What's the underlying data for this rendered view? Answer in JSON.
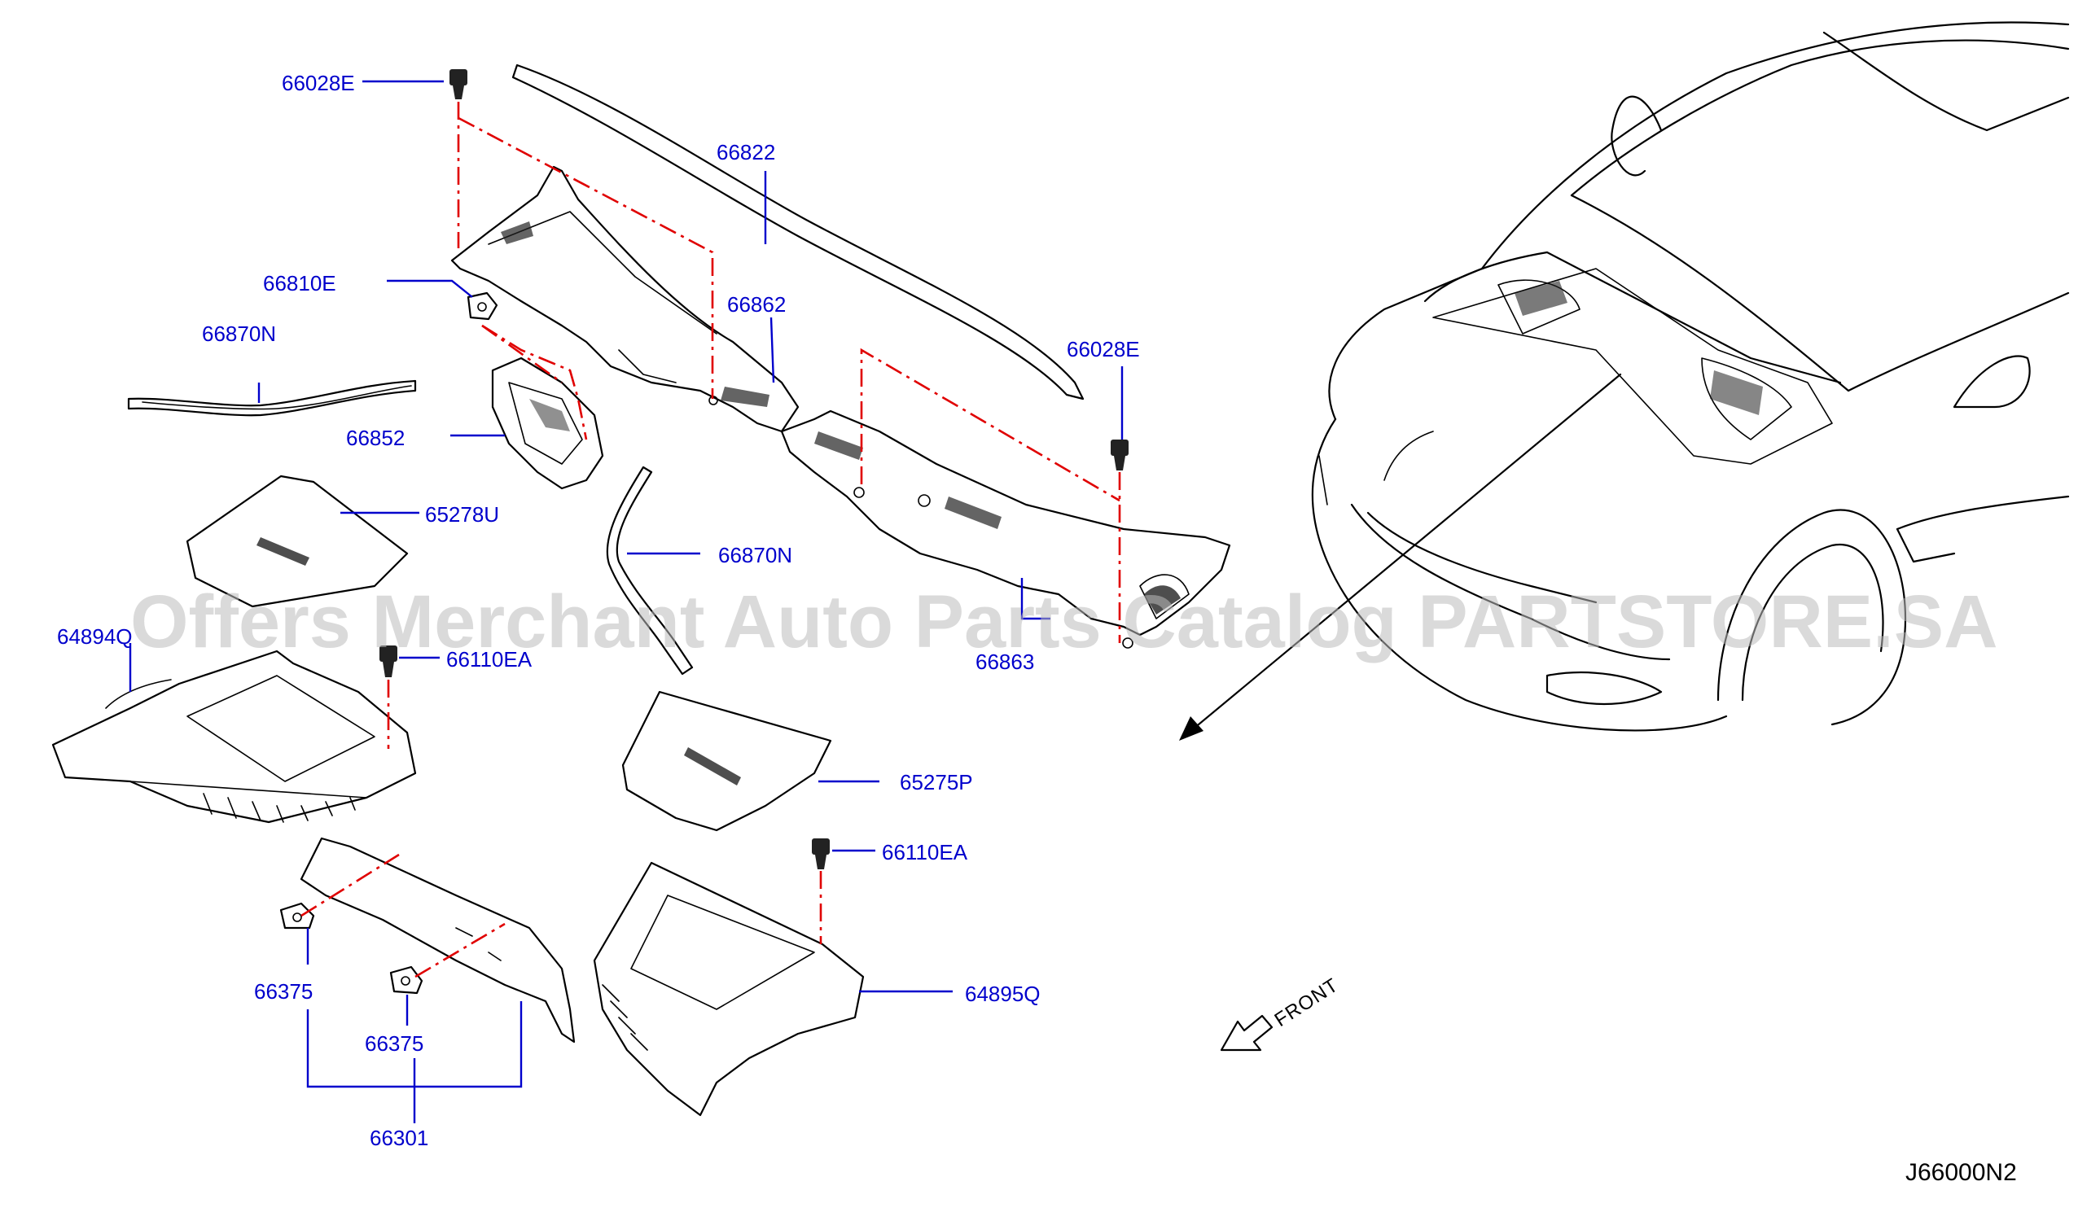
{
  "labels": {
    "p66028e_a": "66028E",
    "p66822": "66822",
    "p66810e": "66810E",
    "p66862": "66862",
    "p66870n_a": "66870N",
    "p66028e_b": "66028E",
    "p66852": "66852",
    "p65278u": "65278U",
    "p66870n_b": "66870N",
    "p64894q": "64894Q",
    "p66110ea_a": "66110EA",
    "p66863": "66863",
    "p65275p": "65275P",
    "p66110ea_b": "66110EA",
    "p66375_a": "66375",
    "p66375_b": "66375",
    "p64895q": "64895Q",
    "p66301": "66301"
  },
  "front_label": "FRONT",
  "watermark": "Offers Merchant Auto Parts Catalog PARTSTORE.SA",
  "diagram_code": "J66000N2",
  "colors": {
    "label": "#0000cc",
    "dash": "#e00000",
    "line": "#000000"
  }
}
